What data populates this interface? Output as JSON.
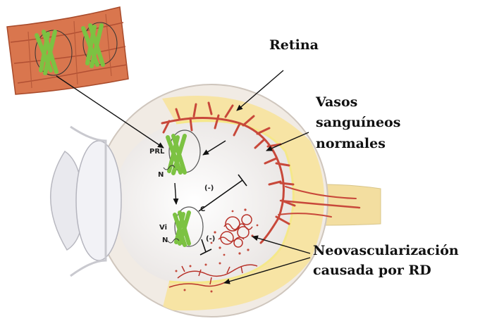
{
  "labels": {
    "retina": "Retina",
    "vessels_line1": "Vasos",
    "vessels_line2": "sanguíneos",
    "vessels_line3": "normales",
    "neo_line1": "Neovascularización",
    "neo_line2": "causada por RD"
  },
  "molecules": {
    "prl": "PRL",
    "vi": "Vi",
    "n_terminal": "N",
    "c_terminal": "C",
    "inhibition": "(-)"
  },
  "colors": {
    "vessel": "#c8483a",
    "vessel_dark": "#9e2c22",
    "retina": "#f7e6a8",
    "retina_light": "#fdf6d6",
    "sclera": "#f4ede6",
    "helix": "#7cc242",
    "tissue": "#d9764e"
  }
}
